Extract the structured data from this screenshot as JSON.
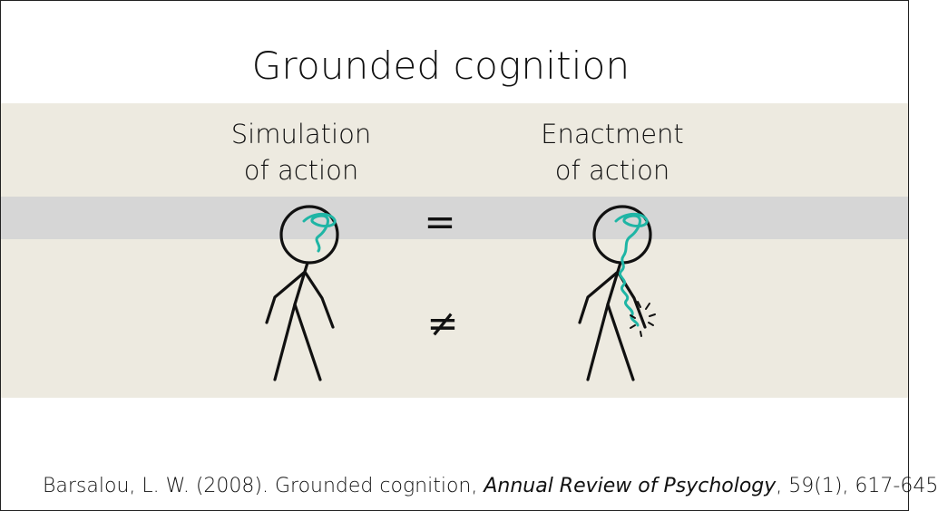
{
  "title": "Grounded cognition",
  "left_label": {
    "line1": "Simulation",
    "line2": "of action"
  },
  "right_label": {
    "line1": "Enactment",
    "line2": "of action"
  },
  "symbols": {
    "equal": "=",
    "not_equal": "≠"
  },
  "citation": {
    "prefix": "Barsalou, L. W. (2008). Grounded cognition, ",
    "journal": "Annual Review of Psychology",
    "suffix": ", 59(1), 617-645"
  },
  "colors": {
    "accent_teal": "#1fb5a5",
    "band_beige": "#edeae0",
    "band_grey": "#d6d6d6"
  }
}
